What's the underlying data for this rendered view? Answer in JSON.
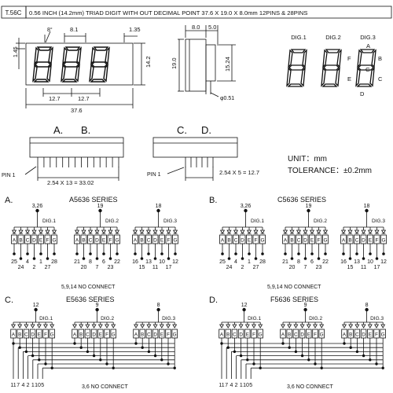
{
  "header": {
    "part_no": "T.56C",
    "description": "0.56 INCH (14.2mm) TRIAD DIGIT WITH OUT DECIMAL POINT 37.6 X 19.0 X 8.0mm 12PINS & 28PINS"
  },
  "front_view": {
    "dims": {
      "angle": "8°",
      "pitch_top": "8.1",
      "right_top": "1.35",
      "left_h": "1.45",
      "height": "14.2",
      "pitch_b1": "12.7",
      "pitch_b2": "12.7",
      "width": "37.6"
    }
  },
  "side_view": {
    "dims": {
      "d1": "8.0",
      "d2": "5.0",
      "height": "19.0",
      "pin_len": "15.24",
      "pin_dia": "φ0.51"
    }
  },
  "digit_labels": {
    "dig1": "DIG.1",
    "dig2": "DIG.2",
    "dig3": "DIG.3",
    "seg_a": "A",
    "seg_b": "B",
    "seg_c": "C",
    "seg_d": "D",
    "seg_e": "E",
    "seg_f": "F",
    "seg_g": "G"
  },
  "pinouts": {
    "left": {
      "label1": "A.",
      "label2": "B.",
      "pin1": "PIN 1",
      "pitch": "2.54 X 13 = 33.02"
    },
    "right": {
      "label1": "C.",
      "label2": "D.",
      "pin1": "PIN 1",
      "pitch": "2.54 X 5 = 12.7"
    }
  },
  "unit": "UNIT：mm",
  "tolerance": "TOLERANCE：±0.2mm",
  "segments": [
    "A",
    "B",
    "C",
    "D",
    "E",
    "F",
    "G"
  ],
  "series": {
    "A": {
      "letter": "A.",
      "title": "A5636 SERIES",
      "note": "5,9,14 NO CONNECT",
      "digits": [
        {
          "common": "3,26",
          "label": "DIG.1",
          "pins_top": [
            "25",
            "4",
            "1",
            "28"
          ],
          "pins_bottom": [
            "24",
            "2",
            "27"
          ]
        },
        {
          "common": "19",
          "label": "DIG.2",
          "pins_top": [
            "21",
            "8",
            "6",
            "22"
          ],
          "pins_bottom": [
            "20",
            "7",
            "23"
          ]
        },
        {
          "common": "18",
          "label": "DIG.3",
          "pins_top": [
            "16",
            "13",
            "10",
            "12"
          ],
          "pins_bottom": [
            "15",
            "11",
            "17"
          ]
        }
      ]
    },
    "B": {
      "letter": "B.",
      "title": "C5636 SERIES",
      "note": "5,9,14 NO CONNECT",
      "digits": [
        {
          "common": "3,26",
          "label": "DIG.1",
          "pins_top": [
            "25",
            "4",
            "1",
            "28"
          ],
          "pins_bottom": [
            "24",
            "2",
            "27"
          ]
        },
        {
          "common": "19",
          "label": "DIG.2",
          "pins_top": [
            "21",
            "8",
            "6",
            "22"
          ],
          "pins_bottom": [
            "20",
            "7",
            "23"
          ]
        },
        {
          "common": "18",
          "label": "DIG.3",
          "pins_top": [
            "16",
            "13",
            "10",
            "12"
          ],
          "pins_bottom": [
            "15",
            "11",
            "17"
          ]
        }
      ]
    },
    "C": {
      "letter": "C.",
      "title": "E5636 SERIES",
      "note": "3,6 NO CONNECT",
      "digits": [
        {
          "common": "12",
          "label": "DIG.1"
        },
        {
          "common": "9",
          "label": "DIG.2"
        },
        {
          "common": "8",
          "label": "DIG.3"
        }
      ],
      "bottom_pins": [
        "11",
        "7",
        "4",
        "2",
        "1",
        "10",
        "5"
      ]
    },
    "D": {
      "letter": "D.",
      "title": "F5636 SERIES",
      "note": "3,6 NO CONNECT",
      "digits": [
        {
          "common": "12",
          "label": "DIG.1"
        },
        {
          "common": "9",
          "label": "DIG.2"
        },
        {
          "common": "8",
          "label": "DIG.3"
        }
      ],
      "bottom_pins": [
        "11",
        "7",
        "4",
        "2",
        "1",
        "10",
        "5"
      ]
    }
  }
}
